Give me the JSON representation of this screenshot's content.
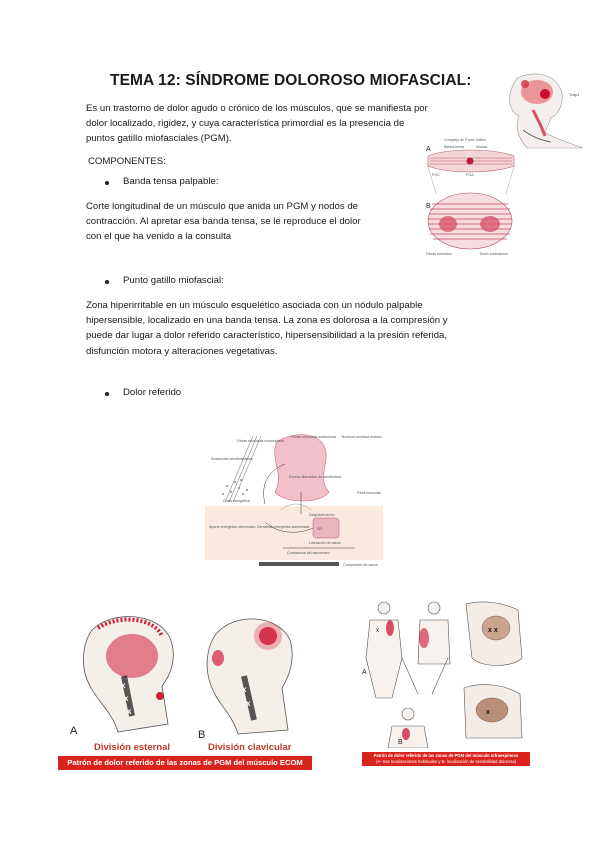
{
  "document": {
    "title": "TEMA 12: SÍNDROME DOLOROSO MIOFASCIAL:",
    "intro": [
      "Es un trastorno de dolor agudo o crónico de los músculos, que se manifiesta por",
      "dolor localizado, rigidez, y cuya característica primordial es la presencia de",
      "puntos gatillo miofasciales (PGM)."
    ],
    "components_heading": "COMPONENTES:",
    "bullets": [
      {
        "label": "Banda tensa palpable:",
        "text": [
          "Corte longitudinal de un músculo que anida un PGM y nodos de",
          "contracción. Al apretar esa banda tensa, se le reproduce el dolor",
          "con el que ha venido a la consulta"
        ]
      },
      {
        "label": "Punto gatillo miofascial:",
        "text": [
          "Zona hiperirritable en un músculo esquelético asociada con un nódulo palpable",
          "hipersensible, localizado en una banda tensa. La zona es dolorosa a la compresión y",
          "puede dar lugar a dolor referido característico, hipersensibilidad a la presión referida,",
          "disfunción motora y alteraciones vegetativas."
        ]
      },
      {
        "label": "Dolor referido",
        "text": []
      }
    ]
  },
  "figures": {
    "muscle_diagram": {
      "label_a": "A",
      "label_b": "B",
      "top_caption": "Complejo de Punto Gatillo",
      "banda": "Banda tensa",
      "nodulo": "Nódulo",
      "pgc": "PGC",
      "pga": "PGA",
      "fibras_normales": "Fibras normales",
      "nodo_contraccion": "Nodo contracción"
    },
    "neck_image": {
      "label": "Trap1"
    },
    "mechanism": {
      "fibras_nerviosas_nociceptivas": "Fibras nerviosas nociceptivas",
      "fibras_nerviosas_autonomas": "Fibras nerviosas autónomas",
      "terminal_nerviosa_motora": "Terminal nerviosa motora",
      "sustancias_sensibilizantes": "Sustancias sensibilizantes",
      "exceso_liberacion": "Exceso liberación de acetilcolina",
      "crisis_energetica": "Crisis energética",
      "fibra_muscular": "Fibra muscular",
      "despolarizacion": "Despolarización",
      "aporte_energetico": "Aporte energético disminuido",
      "demanda_energetica": "Demanda energética aumentada",
      "liberacion_calcio": "Liberación de calcio",
      "contractura": "Contractura del sarcómero",
      "compresion": "Compresión de vasos",
      "sr": "SR"
    },
    "ecom": {
      "label_a": "A",
      "label_b": "B",
      "caption_a": "División esternal",
      "caption_b": "División clavicular",
      "banner": "Patrón de dolor referido de las zonas de PGM del músculo ECOM"
    },
    "infraspinatus": {
      "label_a": "A",
      "label_b": "B",
      "banner_line1": "Patrón de dolor referido de las zonas de PGM del músculo infraespinoso",
      "banner_line2": "(A- tras localizaciones habituales y B- localización de sensibilidad dolorosa)"
    }
  },
  "colors": {
    "accent_red": "#d8231f",
    "pain_red": "#d21f3c",
    "muscle_pink": "#e9a7b0"
  }
}
